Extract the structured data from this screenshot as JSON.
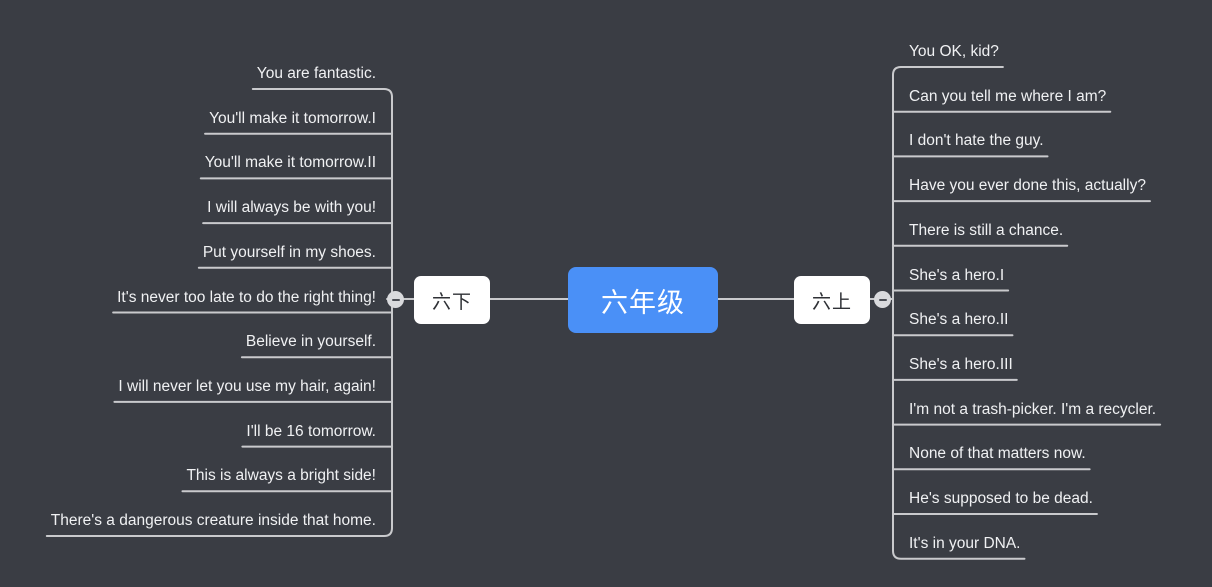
{
  "theme": {
    "background": "#3a3d44",
    "accent_blue": "#4a90f7",
    "node_white": "#ffffff",
    "line_gray": "#c9cacd",
    "text_light": "#f0f1f3",
    "text_dark": "#2f3136"
  },
  "mindmap": {
    "root": {
      "label": "六年级"
    },
    "branches": [
      {
        "id": "left",
        "label": "六下",
        "side": "left",
        "toggle": {
          "name": "collapse-toggle",
          "state": "expanded",
          "glyph": "minus"
        },
        "children": [
          {
            "label": "You are fantastic."
          },
          {
            "label": "You'll make it tomorrow.I"
          },
          {
            "label": "You'll make it tomorrow.II"
          },
          {
            "label": "I will always be with you!"
          },
          {
            "label": "Put yourself in my shoes."
          },
          {
            "label": "It's never too late to do the right thing!"
          },
          {
            "label": "Believe in yourself."
          },
          {
            "label": "I will never let you use my hair, again!"
          },
          {
            "label": "I'll be 16 tomorrow."
          },
          {
            "label": "This is always a bright side!"
          },
          {
            "label": "There's a dangerous creature inside that home."
          }
        ]
      },
      {
        "id": "right",
        "label": "六上",
        "side": "right",
        "toggle": {
          "name": "collapse-toggle",
          "state": "expanded",
          "glyph": "minus"
        },
        "children": [
          {
            "label": "You OK, kid?"
          },
          {
            "label": "Can you tell me where I am?"
          },
          {
            "label": "I don't hate the guy."
          },
          {
            "label": "Have you ever done this, actually?"
          },
          {
            "label": "There is still a chance."
          },
          {
            "label": "She's a hero.I"
          },
          {
            "label": "She's a hero.II"
          },
          {
            "label": "She's a hero.III"
          },
          {
            "label": "I'm not a trash-picker. I'm a recycler."
          },
          {
            "label": "None of that matters now."
          },
          {
            "label": "He's supposed to be dead."
          },
          {
            "label": "It's in your DNA."
          }
        ]
      }
    ]
  }
}
